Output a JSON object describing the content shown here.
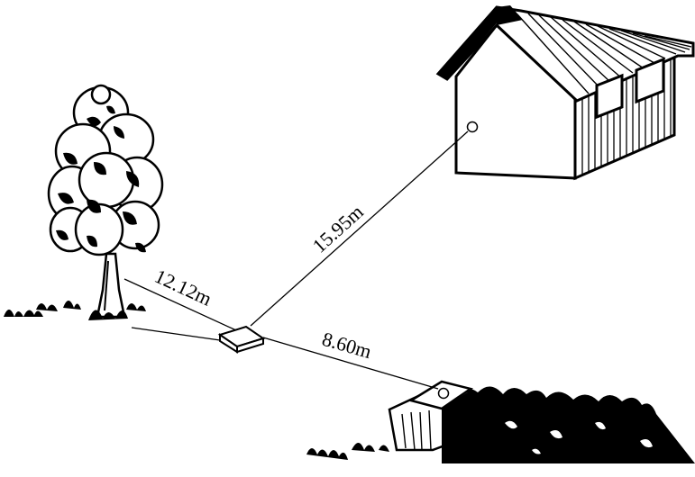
{
  "distances": {
    "tree": "12.12m",
    "house": "15.95m",
    "stump": "8.60m"
  },
  "colors": {
    "ink": "#000000",
    "paper": "#ffffff"
  }
}
